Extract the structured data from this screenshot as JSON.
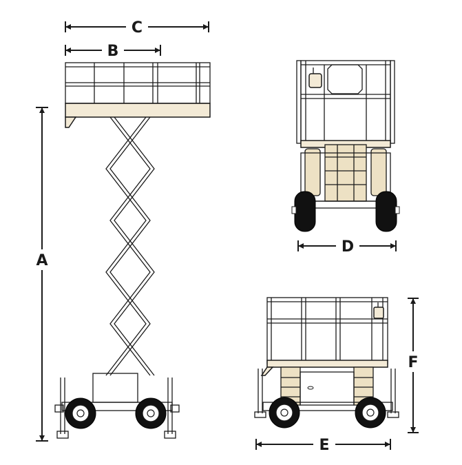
{
  "colors": {
    "line": "#1a1a1a",
    "fill": "#f3ead6",
    "fill_dark": "#ede1c4",
    "tire": "#111111"
  },
  "dimensions": {
    "A": "A",
    "B": "B",
    "C": "C",
    "D": "D",
    "E": "E",
    "F": "F"
  }
}
